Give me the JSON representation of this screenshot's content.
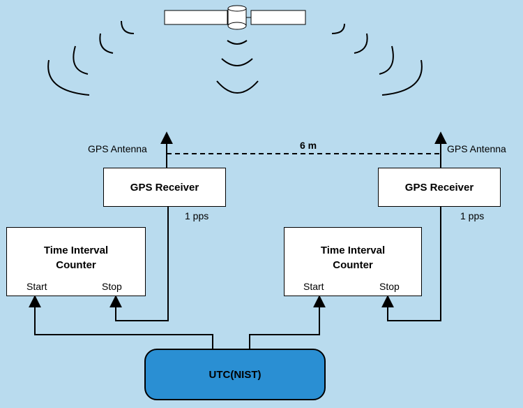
{
  "antenna_label_left": "GPS Antenna",
  "antenna_label_right": "GPS Antenna",
  "baseline_label": "6 m",
  "receiver_left": {
    "title": "GPS Receiver",
    "output_label": "1 pps"
  },
  "receiver_right": {
    "title": "GPS Receiver",
    "output_label": "1 pps"
  },
  "counter_left": {
    "title_line1": "Time Interval",
    "title_line2": "Counter",
    "start_label": "Start",
    "stop_label": "Stop"
  },
  "counter_right": {
    "title_line1": "Time Interval",
    "title_line2": "Counter",
    "start_label": "Start",
    "stop_label": "Stop"
  },
  "reference_label": "UTC(NIST)",
  "colors": {
    "background": "#b9dbee",
    "reference_fill": "#2a8fd3"
  }
}
